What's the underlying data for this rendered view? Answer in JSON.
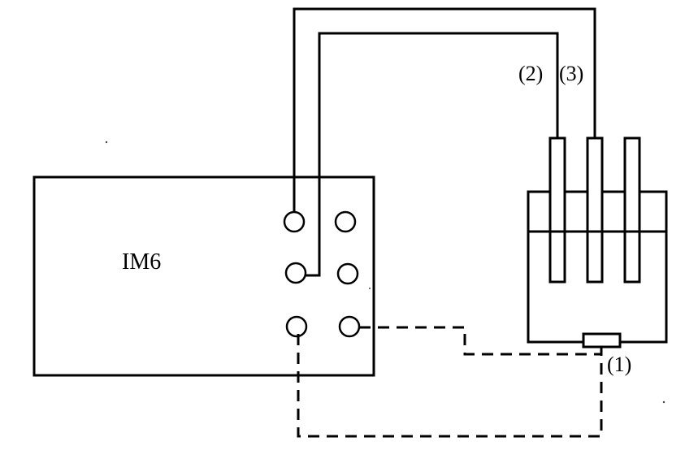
{
  "diagram": {
    "instrument_label": "IM6",
    "wire_labels": {
      "label_1": "(1)",
      "label_2": "(2)",
      "label_3": "(3)"
    }
  }
}
